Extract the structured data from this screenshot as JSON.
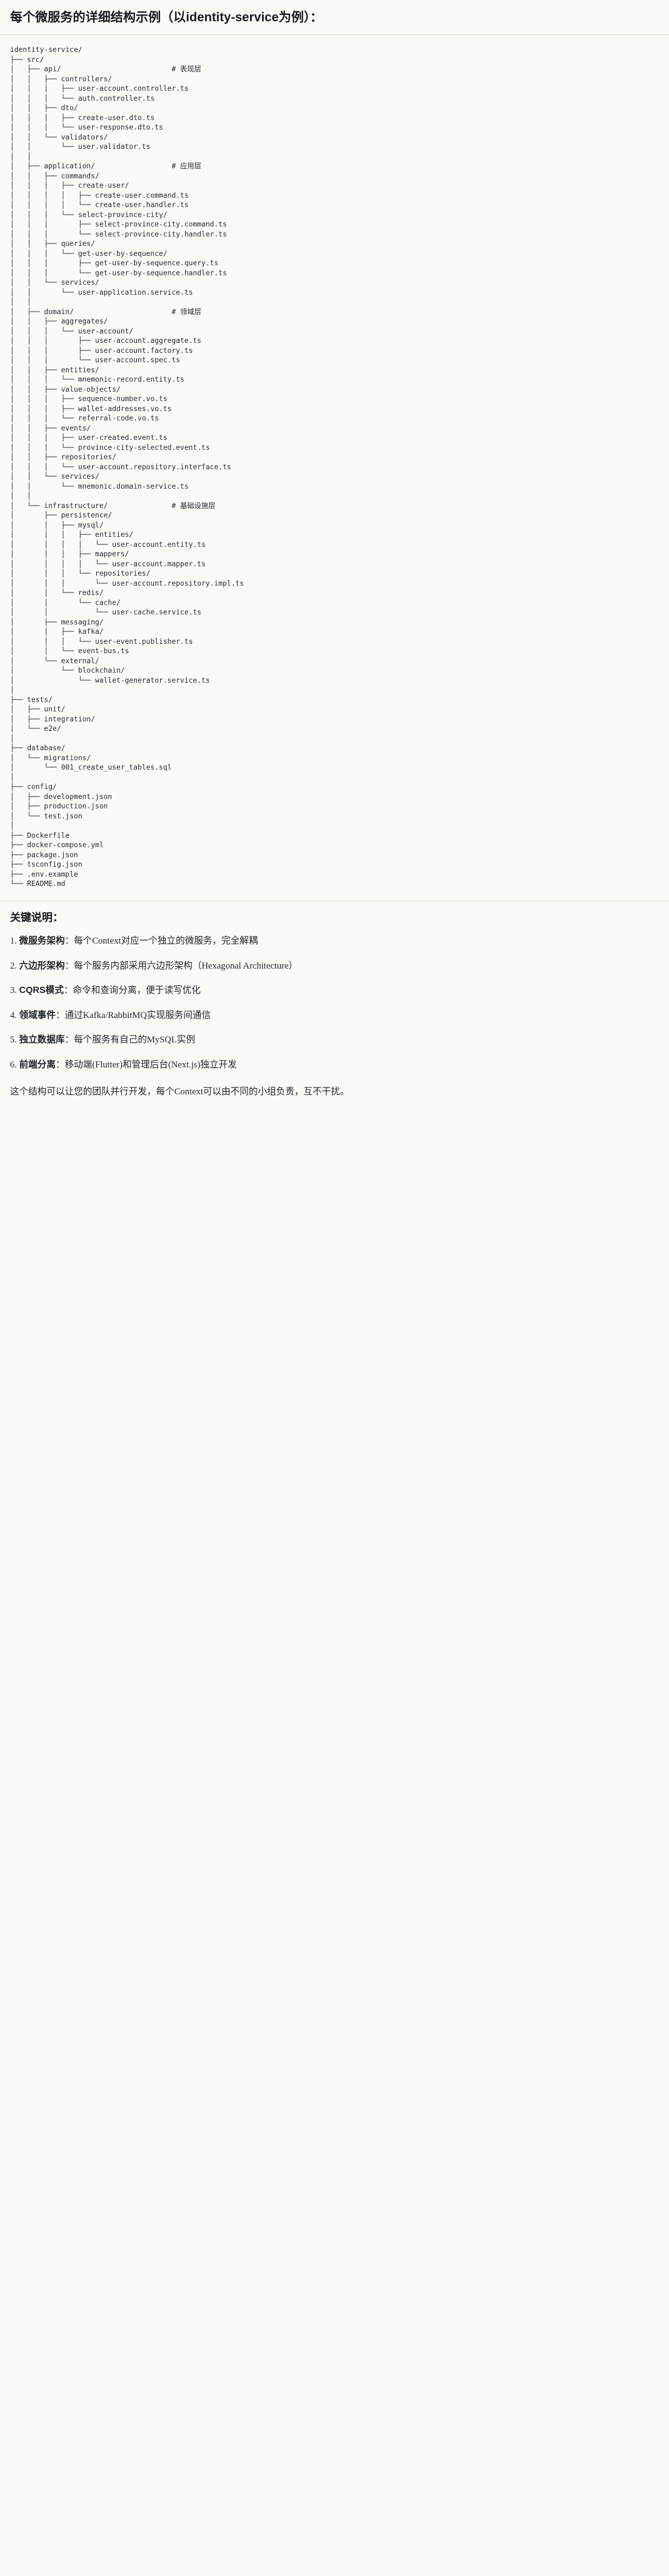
{
  "heading": {
    "title": "每个微服务的详细结构示例（以identity-service为例）："
  },
  "tree": {
    "root": "identity-service/",
    "text": "identity-service/\n├── src/\n│   ├── api/                          # 表现层\n│   │   ├── controllers/\n│   │   │   ├── user-account.controller.ts\n│   │   │   └── auth.controller.ts\n│   │   ├── dto/\n│   │   │   ├── create-user.dto.ts\n│   │   │   └── user-response.dto.ts\n│   │   └── validators/\n│   │       └── user.validator.ts\n│   │\n│   ├── application/                  # 应用层\n│   │   ├── commands/\n│   │   │   ├── create-user/\n│   │   │   │   ├── create-user.command.ts\n│   │   │   │   └── create-user.handler.ts\n│   │   │   └── select-province-city/\n│   │   │       ├── select-province-city.command.ts\n│   │   │       └── select-province-city.handler.ts\n│   │   ├── queries/\n│   │   │   └── get-user-by-sequence/\n│   │   │       ├── get-user-by-sequence.query.ts\n│   │   │       └── get-user-by-sequence.handler.ts\n│   │   └── services/\n│   │       └── user-application.service.ts\n│   │\n│   ├── domain/                       # 领域层\n│   │   ├── aggregates/\n│   │   │   └── user-account/\n│   │   │       ├── user-account.aggregate.ts\n│   │   │       ├── user-account.factory.ts\n│   │   │       └── user-account.spec.ts\n│   │   ├── entities/\n│   │   │   └── mnemonic-record.entity.ts\n│   │   ├── value-objects/\n│   │   │   ├── sequence-number.vo.ts\n│   │   │   ├── wallet-addresses.vo.ts\n│   │   │   └── referral-code.vo.ts\n│   │   ├── events/\n│   │   │   ├── user-created.event.ts\n│   │   │   └── province-city-selected.event.ts\n│   │   ├── repositories/\n│   │   │   └── user-account.repository.interface.ts\n│   │   └── services/\n│   │       └── mnemonic.domain-service.ts\n│   │\n│   └── infrastructure/               # 基础设施层\n│       ├── persistence/\n│       │   ├── mysql/\n│       │   │   ├── entities/\n│       │   │   │   └── user-account.entity.ts\n│       │   │   ├── mappers/\n│       │   │   │   └── user-account.mapper.ts\n│       │   │   └── repositories/\n│       │   │       └── user-account.repository.impl.ts\n│       │   └── redis/\n│       │       └── cache/\n│       │           └── user-cache.service.ts\n│       ├── messaging/\n│       │   ├── kafka/\n│       │   │   └── user-event.publisher.ts\n│       │   └── event-bus.ts\n│       └── external/\n│           └── blockchain/\n│               └── wallet-generator.service.ts\n│\n├── tests/\n│   ├── unit/\n│   ├── integration/\n│   └── e2e/\n│\n├── database/\n│   └── migrations/\n│       └── 001_create_user_tables.sql\n│\n├── config/\n│   ├── development.json\n│   ├── production.json\n│   └── test.json\n│\n├── Dockerfile\n├── docker-compose.yml\n├── package.json\n├── tsconfig.json\n├── .env.example\n└── README.md",
    "layer_comments": [
      {
        "path": "src/api/",
        "comment": "# 表现层"
      },
      {
        "path": "src/application/",
        "comment": "# 应用层"
      },
      {
        "path": "src/domain/",
        "comment": "# 领域层"
      },
      {
        "path": "src/infrastructure/",
        "comment": "# 基础设施层"
      }
    ]
  },
  "notes": {
    "title": "关键说明：",
    "items": [
      {
        "index": "1. ",
        "term": "微服务架构",
        "desc": "：每个Context对应一个独立的微服务，完全解耦"
      },
      {
        "index": "2. ",
        "term": "六边形架构",
        "desc": "：每个服务内部采用六边形架构（Hexagonal Architecture）"
      },
      {
        "index": "3. ",
        "term": "CQRS模式",
        "desc": "：命令和查询分离，便于读写优化"
      },
      {
        "index": "4. ",
        "term": "领域事件",
        "desc": "：通过Kafka/RabbitMQ实现服务间通信"
      },
      {
        "index": "5. ",
        "term": "独立数据库",
        "desc": "：每个服务有自己的MySQL实例"
      },
      {
        "index": "6. ",
        "term": "前端分离",
        "desc": "：移动端(Flutter)和管理后台(Next.js)独立开发"
      }
    ],
    "footer": "这个结构可以让您的团队并行开发，每个Context可以由不同的小组负责，互不干扰。"
  }
}
